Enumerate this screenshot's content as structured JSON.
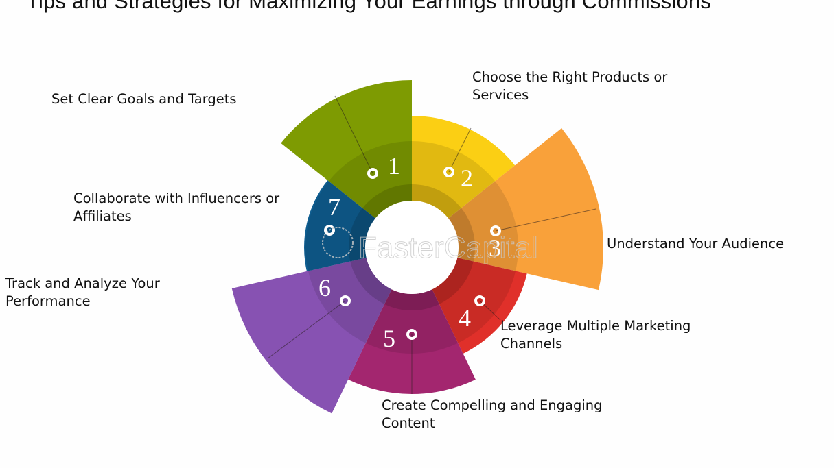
{
  "title": "Tips and Strategies for Maximizing Your Earnings through Commissions",
  "watermark": "FasterCapital",
  "steps": [
    {
      "number": "1",
      "label_line1": "Set Clear Goals and Targets",
      "label_line2": "",
      "color": "#7e9b02"
    },
    {
      "number": "2",
      "label_line1": "Choose the Right Products or",
      "label_line2": "Services",
      "color": "#fbcf14"
    },
    {
      "number": "3",
      "label_line1": "Understand Your Audience",
      "label_line2": "",
      "color": "#f9a13a"
    },
    {
      "number": "4",
      "label_line1": "Leverage Multiple Marketing",
      "label_line2": "Channels",
      "color": "#e0302a"
    },
    {
      "number": "5",
      "label_line1": "Create Compelling and Engaging",
      "label_line2": "Content",
      "color": "#a3266f"
    },
    {
      "number": "6",
      "label_line1": "Track and Analyze Your",
      "label_line2": "Performance",
      "color": "#8752b2"
    },
    {
      "number": "7",
      "label_line1": "Collaborate with Influencers or",
      "label_line2": "Affiliates",
      "color": "#0f5e91"
    }
  ]
}
